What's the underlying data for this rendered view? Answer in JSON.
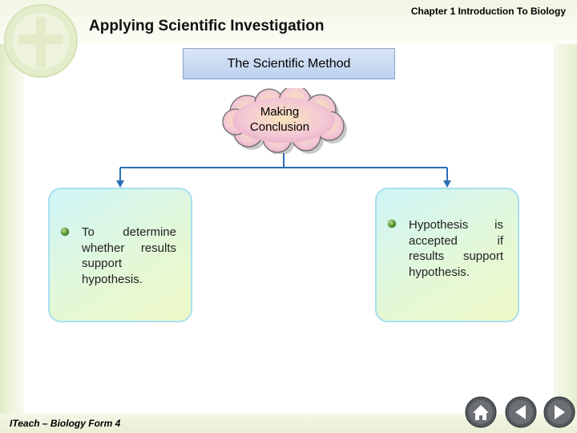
{
  "header": {
    "chapter_title": "Chapter 1 Introduction To Biology",
    "slide_title": "Applying Scientific Investigation"
  },
  "diagram": {
    "method_box": "The Scientific Method",
    "cloud_label": "Making Conclusion",
    "left_point": "To determine whether results support hypothesis.",
    "right_point": "Hypothesis is accepted if results support hypothesis."
  },
  "footer": {
    "text": "ITeach – Biology Form 4"
  },
  "navigation": {
    "icons": [
      "home-icon",
      "back-arrow-icon",
      "next-arrow-icon"
    ]
  },
  "colors": {
    "method_box": "#c7d8f3",
    "cloud_fill": "#f2c6d8",
    "connector": "#2a6fb5",
    "card_border": "#a9dff0",
    "bullet": "#4f8f2b",
    "nav_button": "#54595d"
  }
}
